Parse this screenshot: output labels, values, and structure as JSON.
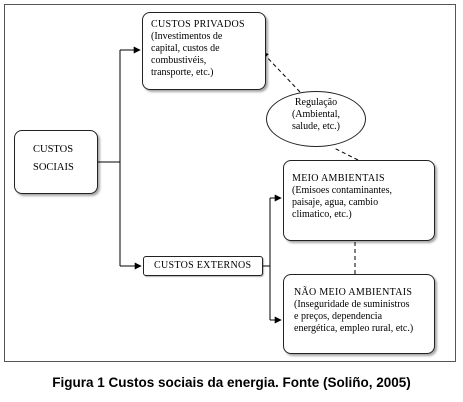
{
  "nodes": {
    "custos_sociais": {
      "lines": [
        "CUSTOS",
        "SOCIAIS"
      ]
    },
    "custos_privados": {
      "title": "CUSTOS PRIVADOS",
      "lines": [
        "(Investimentos de",
        "capital, custos de",
        "combustivéis,",
        "transporte, etc.)"
      ]
    },
    "regulacao": {
      "lines": [
        "Regulação",
        "(Ambiental,",
        "salude, etc.)"
      ]
    },
    "custos_externos": {
      "title": "CUSTOS EXTERNOS"
    },
    "meio_ambientais": {
      "title": "MEIO AMBIENTAIS",
      "lines": [
        "(Emisoes contaminantes,",
        "paisaje, agua, cambio",
        "climatico, etc.)"
      ]
    },
    "nao_meio_ambientais": {
      "title": "NÃO MEIO AMBIENTAIS",
      "lines": [
        "(Inseguridade de suministros",
        "e preços, dependencia",
        "energética, empleo rural, etc.)"
      ]
    }
  },
  "caption": "Figura 1 Custos sociais da energia. Fonte (Soliño, 2005)"
}
